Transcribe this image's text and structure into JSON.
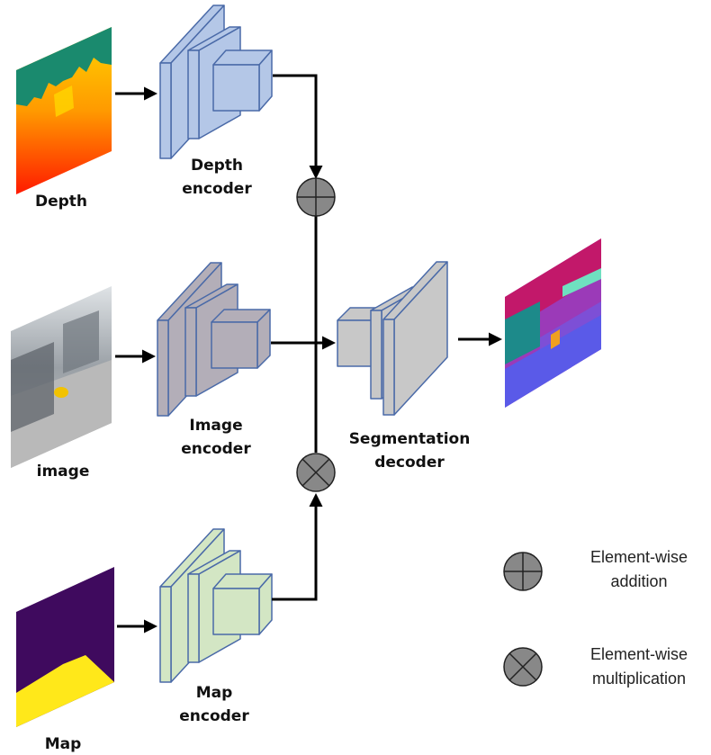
{
  "inputs": {
    "depth_label": "Depth",
    "image_label": "image",
    "map_label": "Map"
  },
  "encoders": {
    "depth": [
      "Depth",
      "encoder"
    ],
    "image": [
      "Image",
      "encoder"
    ],
    "map": [
      "Map",
      "encoder"
    ]
  },
  "decoder": [
    "Segmentation",
    "decoder"
  ],
  "legend": {
    "addition": [
      "Element-wise",
      "addition"
    ],
    "multiplication": [
      "Element-wise",
      "multiplication"
    ]
  },
  "colors": {
    "depth_encoder": "#b4c7e7",
    "image_encoder": "#b3aeb8",
    "map_encoder": "#d3e6c4",
    "decoder": "#c8c8c8",
    "operator": "#888888"
  }
}
